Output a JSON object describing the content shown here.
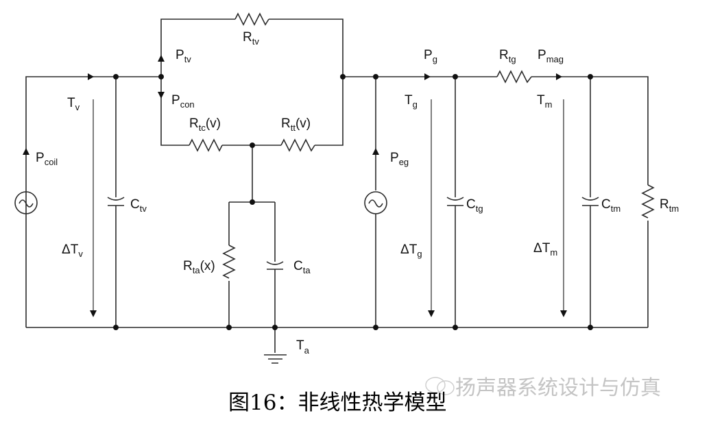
{
  "diagram": {
    "type": "thermal equivalent circuit",
    "labels": {
      "R_tv": {
        "main": "R",
        "sub": "tv"
      },
      "P_tv": {
        "main": "P",
        "sub": "tv"
      },
      "P_con": {
        "main": "P",
        "sub": "con"
      },
      "R_tc": {
        "main": "R",
        "sub": "tc",
        "suffix": "(v)"
      },
      "R_tt": {
        "main": "R",
        "sub": "tt",
        "suffix": "(v)"
      },
      "T_v": {
        "main": "T",
        "sub": "v"
      },
      "P_coil": {
        "main": "P",
        "sub": "coil"
      },
      "C_tv": {
        "main": "C",
        "sub": "tv"
      },
      "dT_v": {
        "main": "ΔT",
        "sub": "v"
      },
      "R_ta": {
        "main": "R",
        "sub": "ta",
        "suffix": "(x)"
      },
      "C_ta": {
        "main": "C",
        "sub": "ta"
      },
      "T_a": {
        "main": "T",
        "sub": "a"
      },
      "P_g": {
        "main": "P",
        "sub": "g"
      },
      "T_g": {
        "main": "T",
        "sub": "g"
      },
      "P_eg": {
        "main": "P",
        "sub": "eg"
      },
      "C_tg": {
        "main": "C",
        "sub": "tg"
      },
      "dT_g": {
        "main": "ΔT",
        "sub": "g"
      },
      "R_tg": {
        "main": "R",
        "sub": "tg"
      },
      "P_mag": {
        "main": "P",
        "sub": "mag"
      },
      "T_m": {
        "main": "T",
        "sub": "m"
      },
      "C_tm": {
        "main": "C",
        "sub": "tm"
      },
      "dT_m": {
        "main": "ΔT",
        "sub": "m"
      },
      "R_tm": {
        "main": "R",
        "sub": "tm"
      }
    }
  },
  "caption": "图16：非线性热学模型",
  "watermark": "扬声器系统设计与仿真"
}
